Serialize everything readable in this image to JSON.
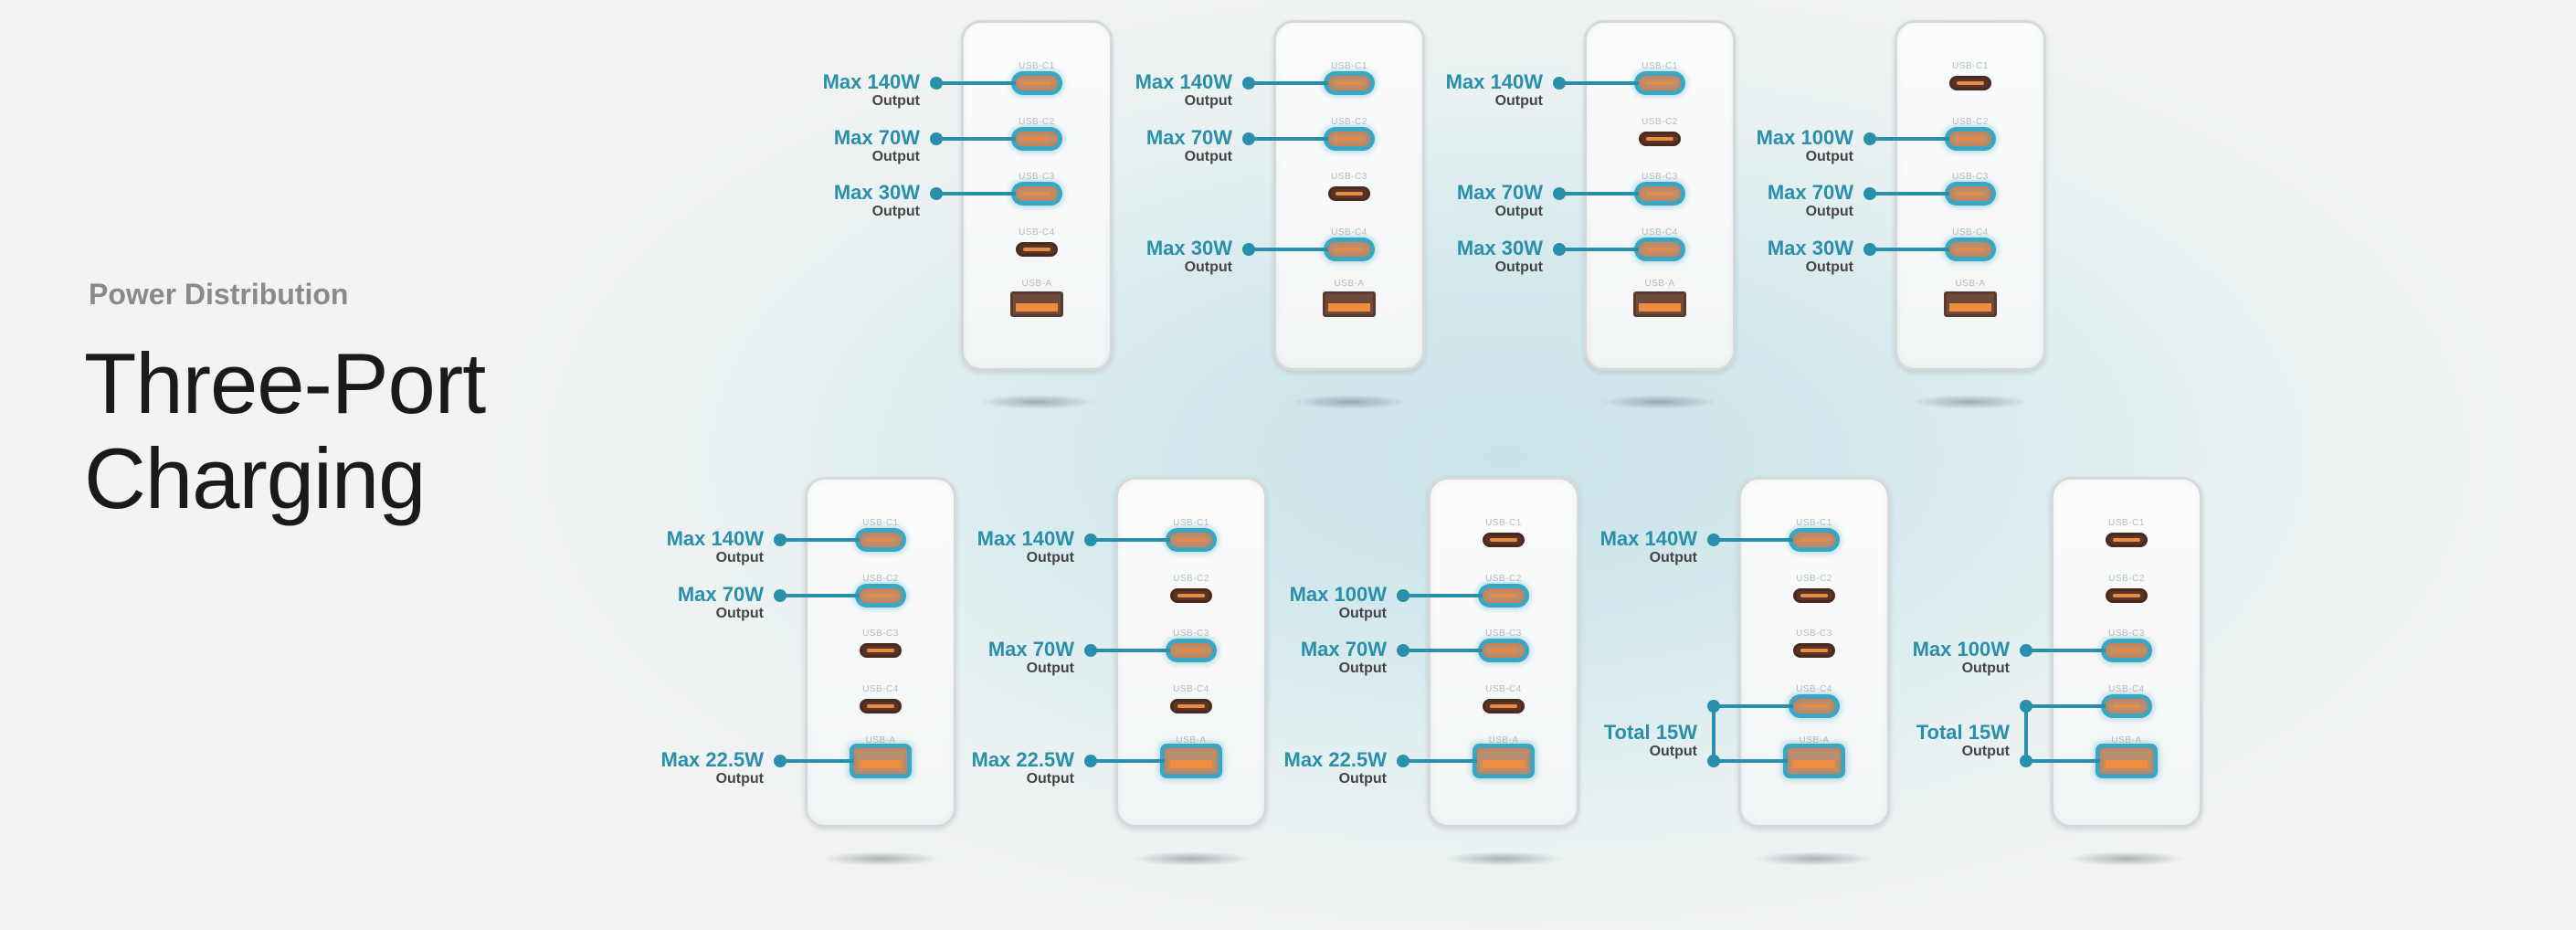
{
  "header": {
    "eyebrow": "Power Distribution",
    "title_line1": "Three-Port",
    "title_line2": "Charging"
  },
  "colors": {
    "accent": "#2a8fab",
    "port_orange": "#f08c3e"
  },
  "port_names": [
    "USB-C1",
    "USB-C2",
    "USB-C3",
    "USB-C4",
    "USB-A"
  ],
  "output_word": "Output",
  "configs": [
    {
      "row": 1,
      "outputs": [
        {
          "ports": [
            0
          ],
          "label": "Max 140W"
        },
        {
          "ports": [
            1
          ],
          "label": "Max 70W"
        },
        {
          "ports": [
            2
          ],
          "label": "Max 30W"
        }
      ]
    },
    {
      "row": 1,
      "outputs": [
        {
          "ports": [
            0
          ],
          "label": "Max 140W"
        },
        {
          "ports": [
            1
          ],
          "label": "Max 70W"
        },
        {
          "ports": [
            3
          ],
          "label": "Max 30W"
        }
      ]
    },
    {
      "row": 1,
      "outputs": [
        {
          "ports": [
            0
          ],
          "label": "Max 140W"
        },
        {
          "ports": [
            2
          ],
          "label": "Max 70W"
        },
        {
          "ports": [
            3
          ],
          "label": "Max 30W"
        }
      ]
    },
    {
      "row": 1,
      "outputs": [
        {
          "ports": [
            1
          ],
          "label": "Max 100W"
        },
        {
          "ports": [
            2
          ],
          "label": "Max 70W"
        },
        {
          "ports": [
            3
          ],
          "label": "Max 30W"
        }
      ]
    },
    {
      "row": 2,
      "outputs": [
        {
          "ports": [
            0
          ],
          "label": "Max 140W"
        },
        {
          "ports": [
            1
          ],
          "label": "Max 70W"
        },
        {
          "ports": [
            4
          ],
          "label": "Max 22.5W"
        }
      ]
    },
    {
      "row": 2,
      "outputs": [
        {
          "ports": [
            0
          ],
          "label": "Max 140W"
        },
        {
          "ports": [
            2
          ],
          "label": "Max 70W"
        },
        {
          "ports": [
            4
          ],
          "label": "Max 22.5W"
        }
      ]
    },
    {
      "row": 2,
      "outputs": [
        {
          "ports": [
            1
          ],
          "label": "Max 100W"
        },
        {
          "ports": [
            2
          ],
          "label": "Max 70W"
        },
        {
          "ports": [
            4
          ],
          "label": "Max 22.5W"
        }
      ]
    },
    {
      "row": 2,
      "outputs": [
        {
          "ports": [
            0
          ],
          "label": "Max 140W"
        },
        {
          "ports": [
            3,
            4
          ],
          "label": "Total 15W"
        }
      ]
    },
    {
      "row": 2,
      "outputs": [
        {
          "ports": [
            2
          ],
          "label": "Max 100W"
        },
        {
          "ports": [
            3,
            4
          ],
          "label": "Total 15W"
        }
      ]
    }
  ]
}
